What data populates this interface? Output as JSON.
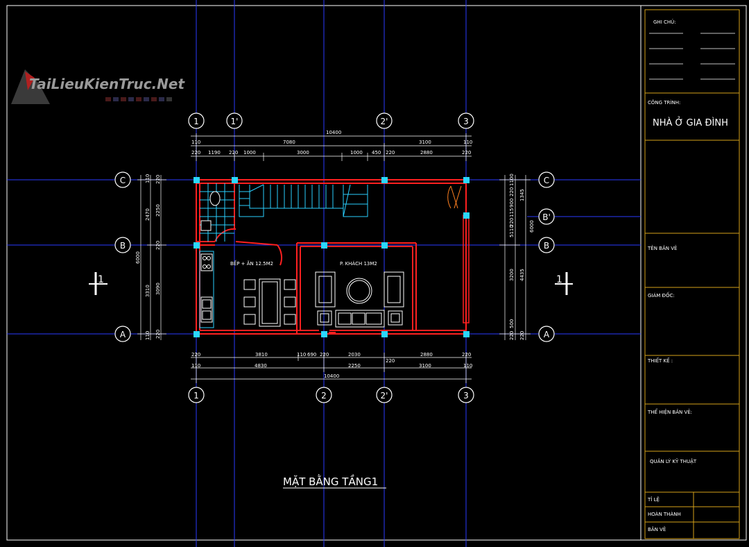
{
  "watermark": {
    "brand": "TaiLieuKienTruc.Net"
  },
  "plan_title": "MẶT BẰNG TẦNG1",
  "grid_bubbles": {
    "top": [
      "1",
      "1'",
      "2'",
      "3"
    ],
    "bottom": [
      "1",
      "2",
      "2'",
      "3"
    ],
    "left": [
      "C",
      "B",
      "A"
    ],
    "right": [
      "C",
      "B'",
      "B",
      "A"
    ]
  },
  "rooms": {
    "kitchen": "BẾP + ĂN 12.5M2",
    "living": "P. KHÁCH 13M2"
  },
  "dims_top": {
    "total": "10400",
    "row2": [
      "110",
      "7080",
      "3100",
      "110"
    ],
    "row3": [
      "220",
      "1190",
      "220",
      "1000",
      "3000",
      "1000",
      "450",
      "220",
      "2880",
      "220"
    ]
  },
  "dims_bottom": {
    "row1": [
      "220",
      "3810",
      "110",
      "690",
      "220",
      "2030",
      "2880",
      "220"
    ],
    "row2": [
      "110",
      "4830",
      "2250",
      "220",
      "3100",
      "110"
    ],
    "total": "10400"
  },
  "dims_left": {
    "outer": [
      "110",
      "2470",
      "6000",
      "3310",
      "110"
    ],
    "inner": [
      "220",
      "2250",
      "220",
      "3090",
      "220"
    ]
  },
  "dims_right": {
    "inner": [
      "1100",
      "220",
      "900",
      "115",
      "220",
      "5110",
      "3200",
      "500",
      "220"
    ],
    "outer": [
      "1345",
      "6000",
      "4435",
      "220"
    ]
  },
  "section_marks": [
    "1",
    "1"
  ],
  "title_block": {
    "notes_label": "GHI CHÚ:",
    "project_label": "CÔNG TRÌNH:",
    "project_name": "NHÀ Ở GIA ĐÌNH",
    "drawing_name_label": "TÊN BẢN VẼ",
    "director_label": "GIÁM ĐỐC:",
    "design_label": "THIẾT KẾ :",
    "drafter_label": "THỂ HIỆN BẢN VẼ:",
    "tech_label": "QUẢN LÝ KỸ THUẬT",
    "scale_label": "TỈ LỆ",
    "completed_label": "HOÀN THÀNH",
    "sheet_label": "BẢN VẼ"
  },
  "colors": {
    "background": "#000000",
    "grid": "#2a3aff",
    "walls": "#ff2020",
    "columns": "#2ad7ff",
    "title_block": "#d6a21a"
  }
}
